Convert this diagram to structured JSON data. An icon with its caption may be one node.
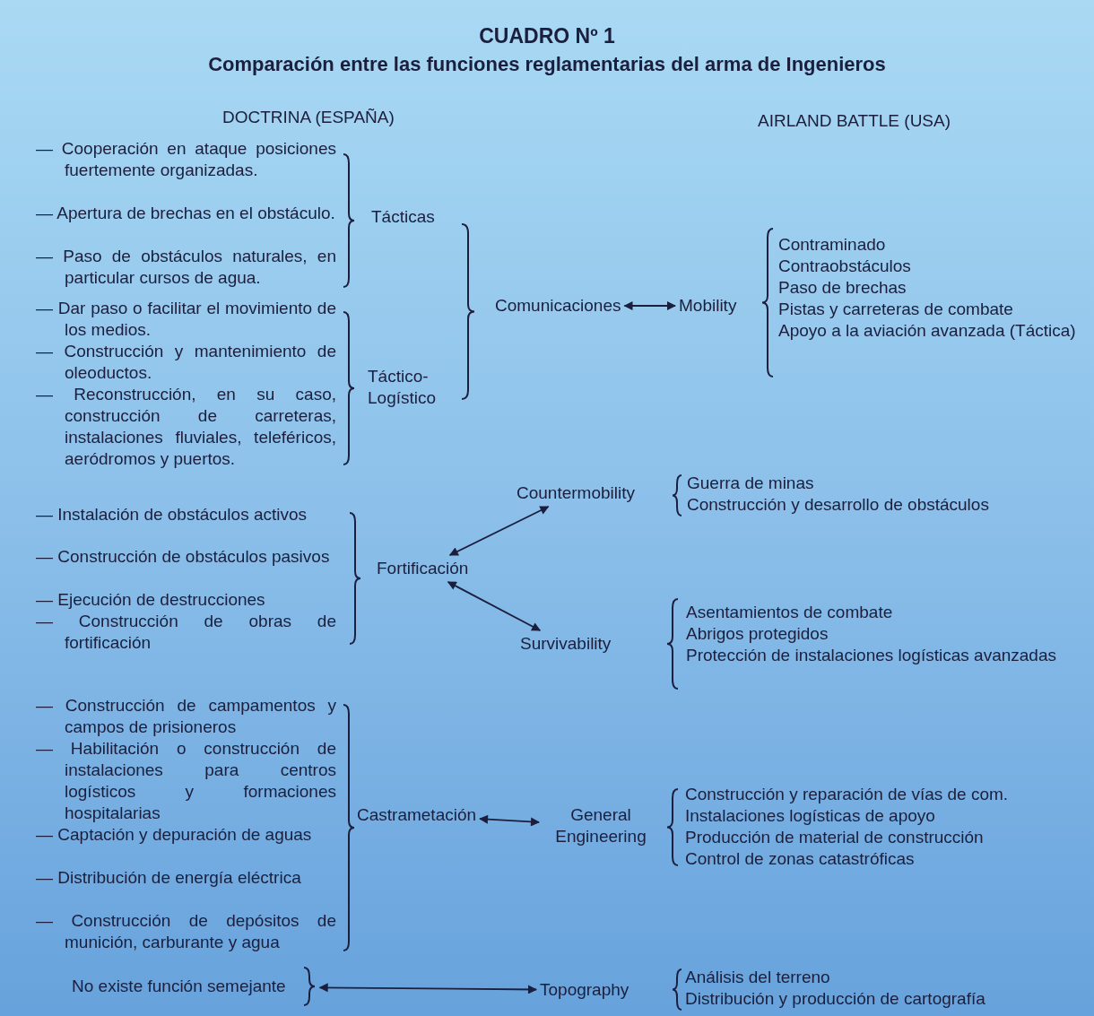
{
  "diagram": {
    "title": "CUADRO Nº 1",
    "nodes": [
      {
        "text": [
          "Comunicaciones"
        ]
      },
      {
        "text": [
          "Mobility"
        ]
      },
      {
        "text": [
          "Fortificación"
        ]
      },
      {
        "text": [
          "Countermobility"
        ]
      },
      {
        "text": [
          "Survivability"
        ]
      },
      {
        "text": [
          "Castrametación"
        ]
      },
      {
        "text": [
          "General Engineering"
        ]
      },
      {
        "text": [
          "No existe función semejante"
        ]
      },
      {
        "text": [
          "Topography"
        ]
      }
    ],
    "edges": [
      {
        "from": 0,
        "to": 1,
        "arrow": "both"
      },
      {
        "from": 2,
        "to": 3,
        "arrow": "both"
      },
      {
        "from": 2,
        "to": 4,
        "arrow": "both"
      },
      {
        "from": 5,
        "to": 6,
        "arrow": "both"
      },
      {
        "from": 7,
        "to": 8,
        "arrow": "both"
      }
    ],
    "labels": [
      "Comparación entre las funciones reglamentarias del arma de Ingenieros",
      "DOCTRINA (ESPAÑA)",
      "AIRLAND BATTLE (USA)",
      "— Cooperación en ataque posiciones fuertemente organizadas.",
      "— Apertura de brechas en el obstáculo.",
      "— Paso de obstáculos naturales, en particular cursos de agua.",
      "Tácticas",
      "— Dar paso o facilitar el movimiento de los medios.",
      "— Construcción y mantenimiento de oleoductos.",
      "— Reconstrucción, en su caso, construcción de carreteras, instalaciones fluviales, teleféricos, aeródromos y puertos.",
      "Táctico-Logístico",
      "Contraminado",
      "Contraobstáculos",
      "Paso de brechas",
      "Pistas y carreteras de combate",
      "Apoyo a la aviación avanzada (Táctica)",
      "Guerra de minas",
      "Construcción y desarrollo de obstáculos",
      "— Instalación de obstáculos activos",
      "— Construcción de obstáculos pasivos",
      "— Ejecución de destrucciones",
      "— Construcción de obras de fortificación",
      "Asentamientos de combate",
      "Abrigos protegidos",
      "Protección de instalaciones logísticas avanzadas",
      "— Construcción de campamentos y campos de prisioneros",
      "— Habilitación o construcción de instalaciones para centros logísticos y formaciones hospitalarias",
      "— Captación y depuración de aguas",
      "— Distribución de energía eléctrica",
      "— Construcción de depósitos de munición, carburante y agua",
      "Construcción y reparación de vías de com.",
      "Instalaciones logísticas de apoyo",
      "Producción de material de construcción",
      "Control de zonas catastróficas",
      "Análisis del terreno",
      "Distribución y producción de cartografía"
    ]
  }
}
